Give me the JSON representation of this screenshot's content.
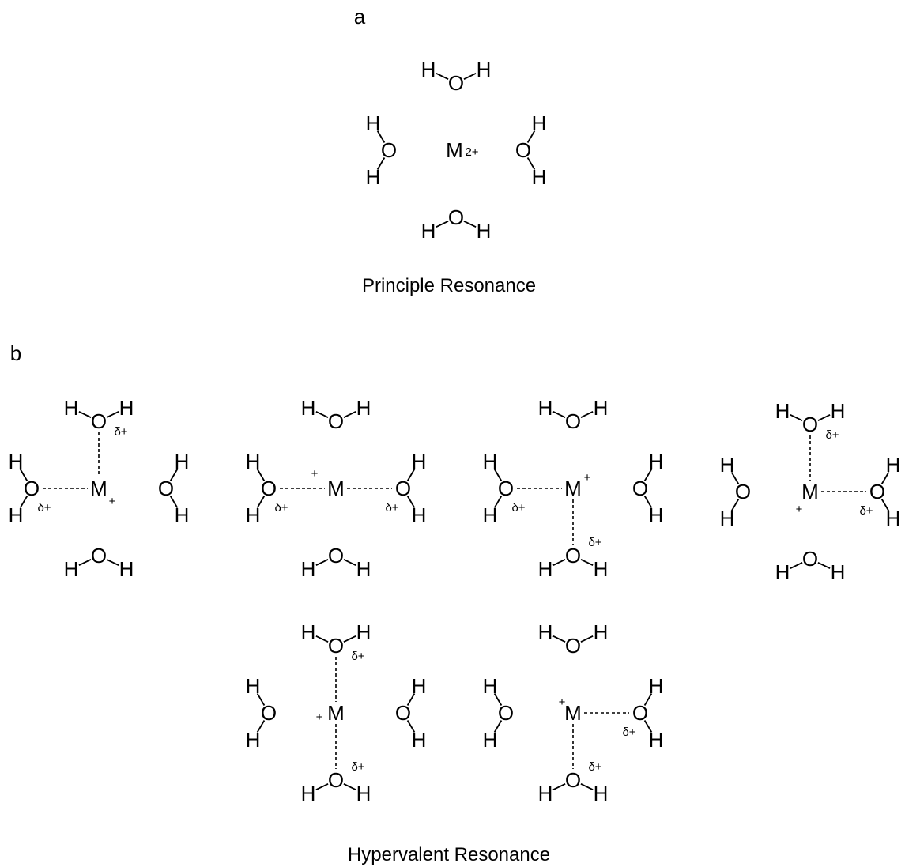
{
  "panels": {
    "a": {
      "letter": "a",
      "caption": "Principle Resonance",
      "metal": {
        "symbol": "M",
        "charge": "2+"
      },
      "water": {
        "oxygen": "O",
        "hydrogen": "H"
      }
    },
    "b": {
      "letter": "b",
      "caption": "Hypervalent Resonance",
      "metal": {
        "symbol": "M",
        "charge": "+"
      },
      "water": {
        "oxygen": "O",
        "hydrogen": "H"
      },
      "partial_charge": "δ+",
      "structures": [
        {
          "bonded_waters": [
            "top",
            "left"
          ]
        },
        {
          "bonded_waters": [
            "left",
            "right"
          ]
        },
        {
          "bonded_waters": [
            "left",
            "bottom"
          ]
        },
        {
          "bonded_waters": [
            "top",
            "right"
          ]
        },
        {
          "bonded_waters": [
            "top",
            "bottom"
          ]
        },
        {
          "bonded_waters": [
            "right",
            "bottom"
          ]
        }
      ]
    }
  }
}
